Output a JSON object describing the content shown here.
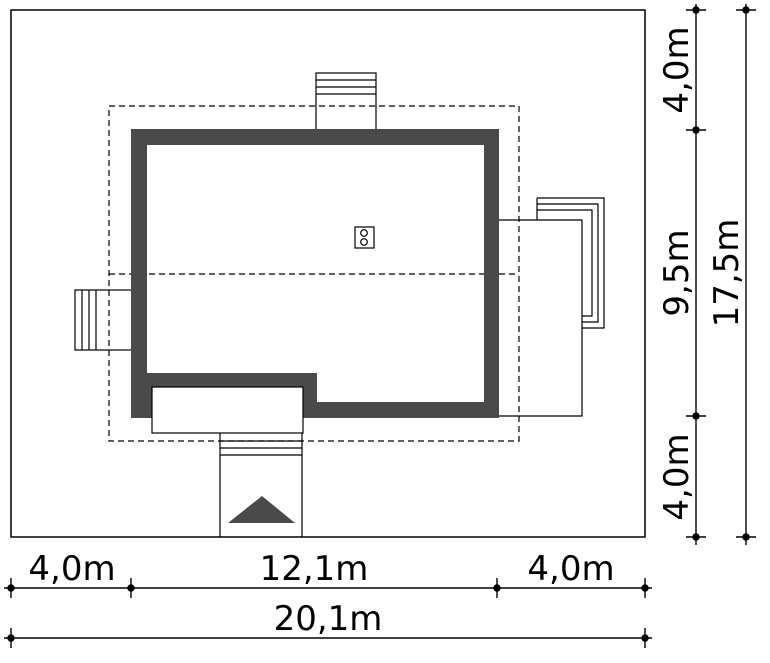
{
  "dimensions": {
    "bottom": {
      "left": "4,0m",
      "middle": "12,1m",
      "right": "4,0m",
      "total": "20,1m"
    },
    "side": {
      "top": "4,0m",
      "middle": "9,5m",
      "bottom": "4,0m",
      "total": "17,5m"
    }
  },
  "colors": {
    "wall": "#4a4a4a",
    "line": "#000000",
    "background": "#ffffff"
  },
  "icons": {
    "chimney": "chimney-icon",
    "entrance": "entrance-arrow-icon"
  }
}
